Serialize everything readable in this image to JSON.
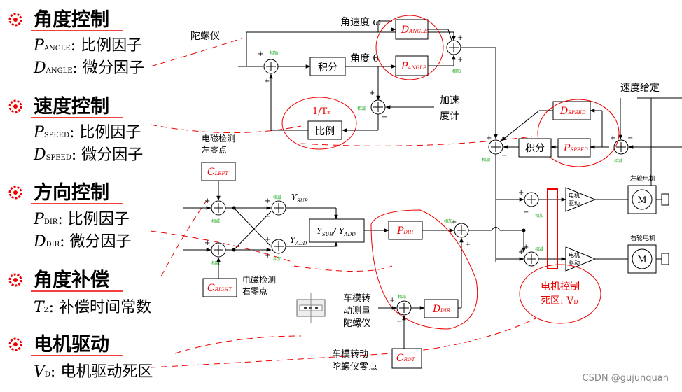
{
  "legend": [
    {
      "title": "角度控制",
      "lines": [
        {
          "sym": "P",
          "sub": "ANGLE",
          "text": ": 比例因子"
        },
        {
          "sym": "D",
          "sub": "ANGLE",
          "text": ": 微分因子"
        }
      ]
    },
    {
      "title": "速度控制",
      "lines": [
        {
          "sym": "P",
          "sub": "SPEED",
          "text": ": 比例因子"
        },
        {
          "sym": "D",
          "sub": "SPEED",
          "text": ": 微分因子"
        }
      ]
    },
    {
      "title": "方向控制",
      "lines": [
        {
          "sym": "P",
          "sub": "DIR",
          "text": ": 比例因子"
        },
        {
          "sym": "D",
          "sub": "DIR",
          "text": ": 微分因子"
        }
      ]
    },
    {
      "title": "角度补偿",
      "lines": [
        {
          "sym": "T",
          "sub": "Z",
          "text": ": 补偿时间常数"
        }
      ]
    },
    {
      "title": "电机驱动",
      "lines": [
        {
          "sym": "V",
          "sub": "D",
          "text": ": 电机驱动死区"
        }
      ]
    }
  ],
  "colors": {
    "accent": "#e00000",
    "bullet": "#e00000",
    "sum_label": "#22aa22"
  },
  "diagram": {
    "gyro": "陀螺仪",
    "angular_velocity": "角速度 ω",
    "angle": "角度 θ",
    "integral": "积分",
    "d_angle": "D",
    "d_angle_sub": "ANGLE",
    "p_angle": "P",
    "p_angle_sub": "ANGLE",
    "accel_1": "加速",
    "accel_2": "度计",
    "tz": "1/T",
    "tz_sub": "z",
    "proportional": "比例",
    "speed_given": "速度给定",
    "d_speed": "D",
    "d_speed_sub": "SPEED",
    "p_speed": "P",
    "p_speed_sub": "SPEED",
    "integral2": "积分",
    "em_left_1": "电磁检测",
    "em_left_2": "左零点",
    "c_left": "C",
    "c_left_sub": "LEFT",
    "y_sub": "Y",
    "y_sub_sub": "SUB",
    "y_add": "Y",
    "y_add_sub": "ADD",
    "ratio_a": "Y",
    "ratio_a_sub": "SUB",
    "ratio_b": "/ Y",
    "ratio_b_sub": "ADD",
    "p_dir": "P",
    "p_dir_sub": "DIR",
    "d_dir": "D",
    "d_dir_sub": "DIR",
    "c_right": "C",
    "c_right_sub": "RIGHT",
    "em_right_1": "电磁检测",
    "em_right_2": "右零点",
    "yaw_1": "车模转",
    "yaw_2": "动测量",
    "yaw_3": "陀螺仪",
    "yaw0_1": "车模转动",
    "yaw0_2": "陀螺仪零点",
    "c_rot": "C",
    "c_rot_sub": "ROT",
    "left_motor": "左轮电机",
    "right_motor": "右轮电机",
    "motor_drive_1": "电机",
    "motor_drive_2": "驱动",
    "motor_symbol": "M",
    "deadzone_1": "电机控制",
    "deadzone_2": "死区: V",
    "deadzone_sub": "D",
    "lbl_add": "相加",
    "lbl_sub": "相减"
  },
  "watermark": "CSDN @gujunquan"
}
